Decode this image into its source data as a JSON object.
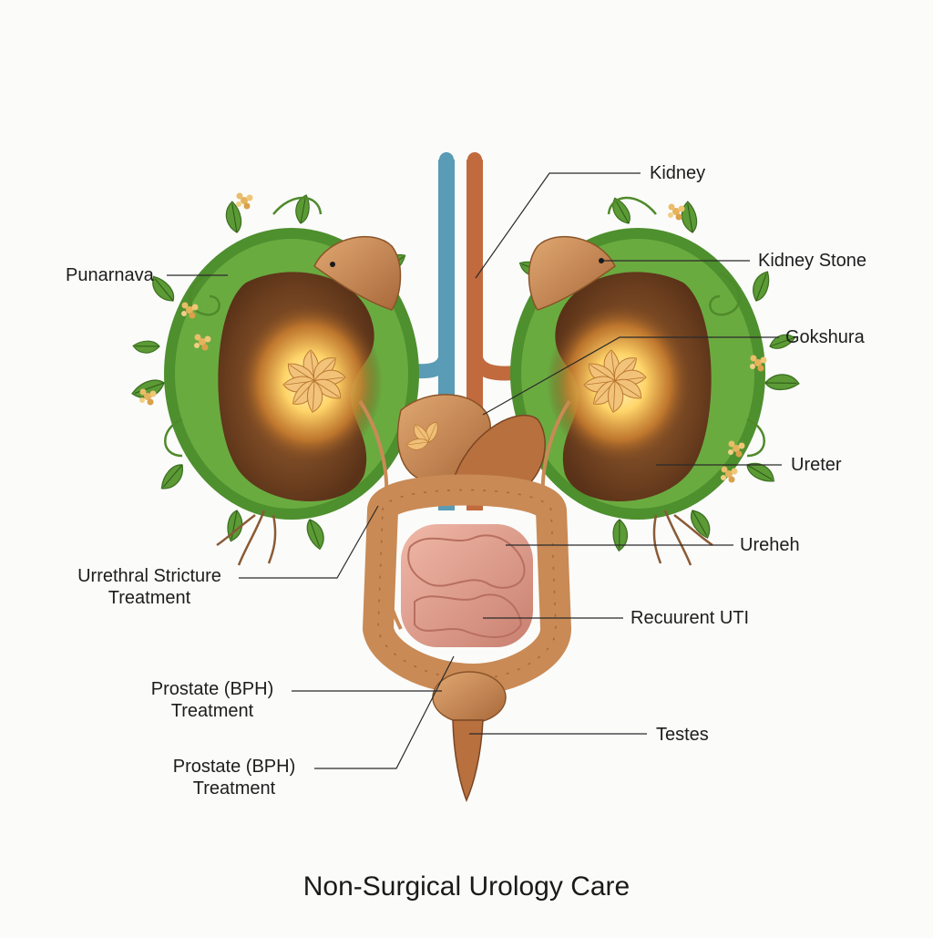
{
  "diagram": {
    "title": "Non-Surgical Urology Care",
    "labels": {
      "kidney": "Kidney",
      "punarnava": "Punarnava",
      "kidney_stone": "Kidney Stone",
      "gokshura": "Gokshura",
      "ureter": "Ureter",
      "ureheh": "Ureheh",
      "urethral_stricture_1": "Urrethral Stricture",
      "urethral_stricture_2": "Treatment",
      "recurrent_uti": "Recuurent UTI",
      "prostate_a_1": "Prostate (BPH)",
      "prostate_a_2": "Treatment",
      "testes": "Testes",
      "prostate_b_1": "Prostate (BPH)",
      "prostate_b_2": "Treatment"
    }
  },
  "colors": {
    "vein_blue": "#5a9bb5",
    "artery_brown": "#c06a3e",
    "leaf_green": "#4e8f2e",
    "kidney_soil": "#6b3d1d",
    "glow": "#ffd56a",
    "organ_tan": "#c98a55",
    "intestine_pink": "#dc9f8f"
  }
}
